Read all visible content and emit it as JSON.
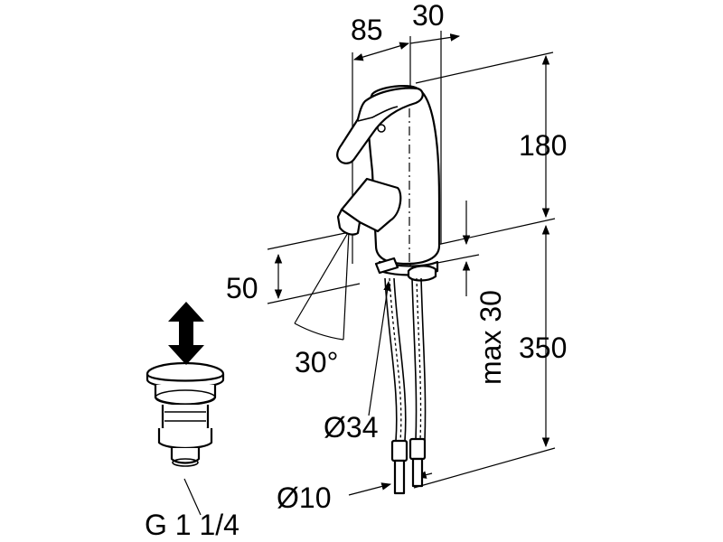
{
  "dimensions": {
    "d85": "85",
    "d30_top": "30",
    "d180": "180",
    "d50": "50",
    "d30_angle": "30°",
    "max30": "max 30",
    "d350": "350",
    "dia34": "Ø34",
    "dia10": "Ø10",
    "thread": "G 1 1/4"
  },
  "colors": {
    "line": "#000000",
    "background": "#ffffff"
  },
  "icons": [
    "double-arrow-icon"
  ]
}
